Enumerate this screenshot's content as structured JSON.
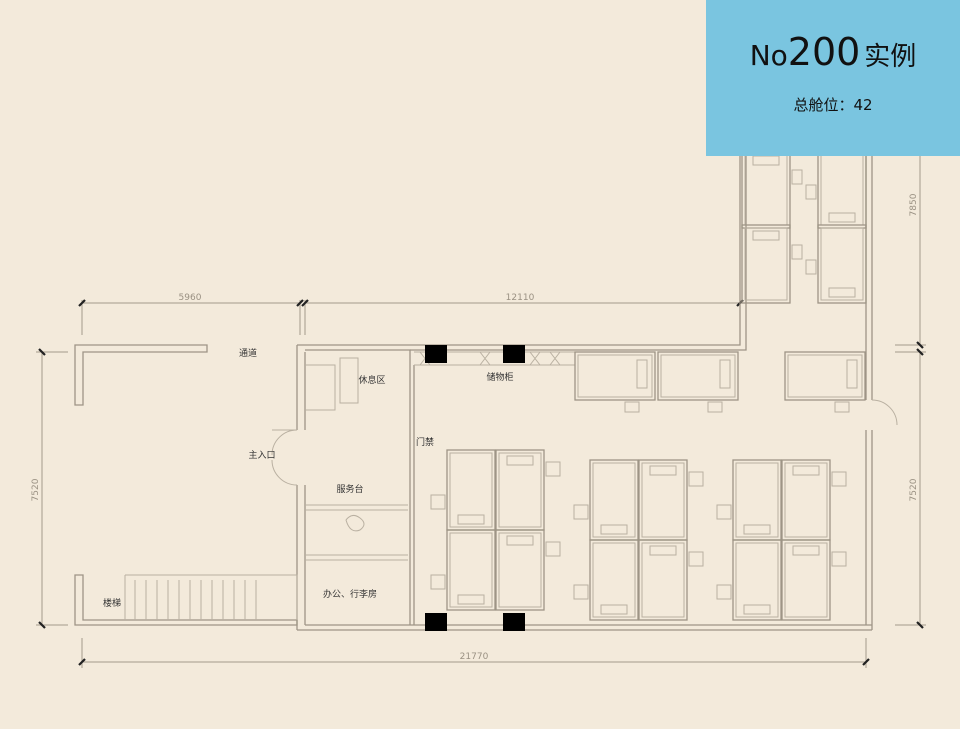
{
  "badge": {
    "prefix": "No",
    "number": "200",
    "suffix": "实例",
    "capacity_label": "总舱位：",
    "capacity_value": "42"
  },
  "rooms": {
    "corridor": "通道",
    "lounge": "休息区",
    "main_entrance": "主入口",
    "access_control": "门禁",
    "service_desk": "服务台",
    "office_luggage": "办公、行李房",
    "stairs": "楼梯",
    "lockers": "储物柜"
  },
  "dimensions": {
    "top_left": "5960",
    "top_right": "12110",
    "bottom_total": "21770",
    "left_height": "7520",
    "right_upper": "7850",
    "right_lower": "7520"
  },
  "colors": {
    "background": "#f3eadb",
    "badge": "#7ac5e0",
    "wall": "#9e9586"
  }
}
